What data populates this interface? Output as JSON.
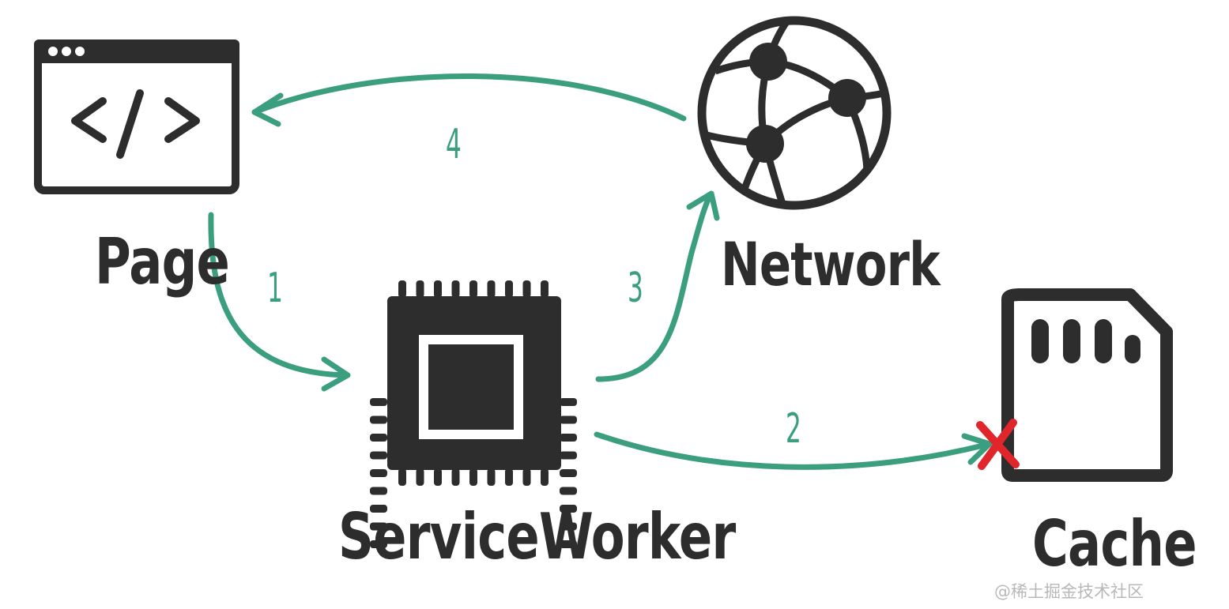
{
  "nodes": {
    "page": {
      "label": "Page",
      "icon": "code-window-icon"
    },
    "service_worker": {
      "label": "ServiceWorker",
      "icon": "chip-icon"
    },
    "network": {
      "label": "Network",
      "icon": "globe-network-icon"
    },
    "cache": {
      "label": "Cache",
      "icon": "sd-card-icon"
    }
  },
  "edges": [
    {
      "step": "1",
      "from": "Page",
      "to": "ServiceWorker"
    },
    {
      "step": "2",
      "from": "ServiceWorker",
      "to": "Cache",
      "status": "failed"
    },
    {
      "step": "3",
      "from": "ServiceWorker",
      "to": "Network"
    },
    {
      "step": "4",
      "from": "Network",
      "to": "Page"
    }
  ],
  "colors": {
    "arrow": "#3b9e7e",
    "icon": "#2d2d2d",
    "fail_mark": "#e0262b"
  },
  "watermark": "@稀土掘金技术社区"
}
